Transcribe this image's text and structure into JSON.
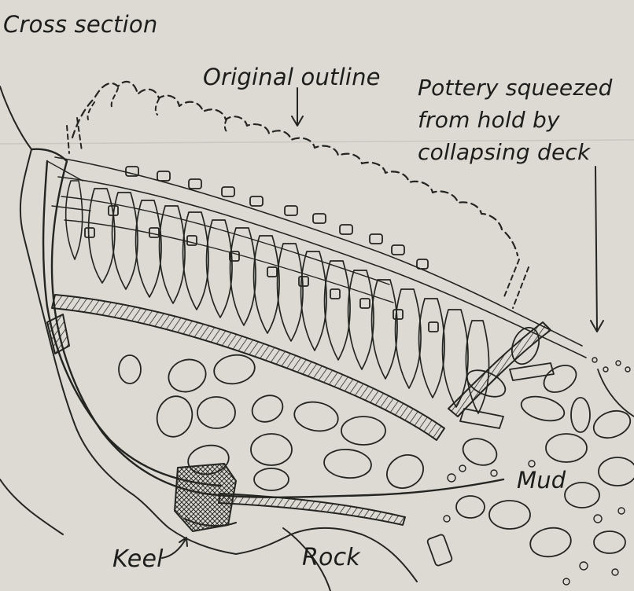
{
  "diagram": {
    "title": "Cross section",
    "labels": {
      "original_outline": "Original outline",
      "pottery_lines": [
        "Pottery squeezed",
        "from hold by",
        "collapsing deck"
      ],
      "keel": "Keel",
      "rock": "Rock",
      "mud": "Mud"
    },
    "colors": {
      "paper": "#dcdad3",
      "ink": "#1d1d1b"
    }
  }
}
